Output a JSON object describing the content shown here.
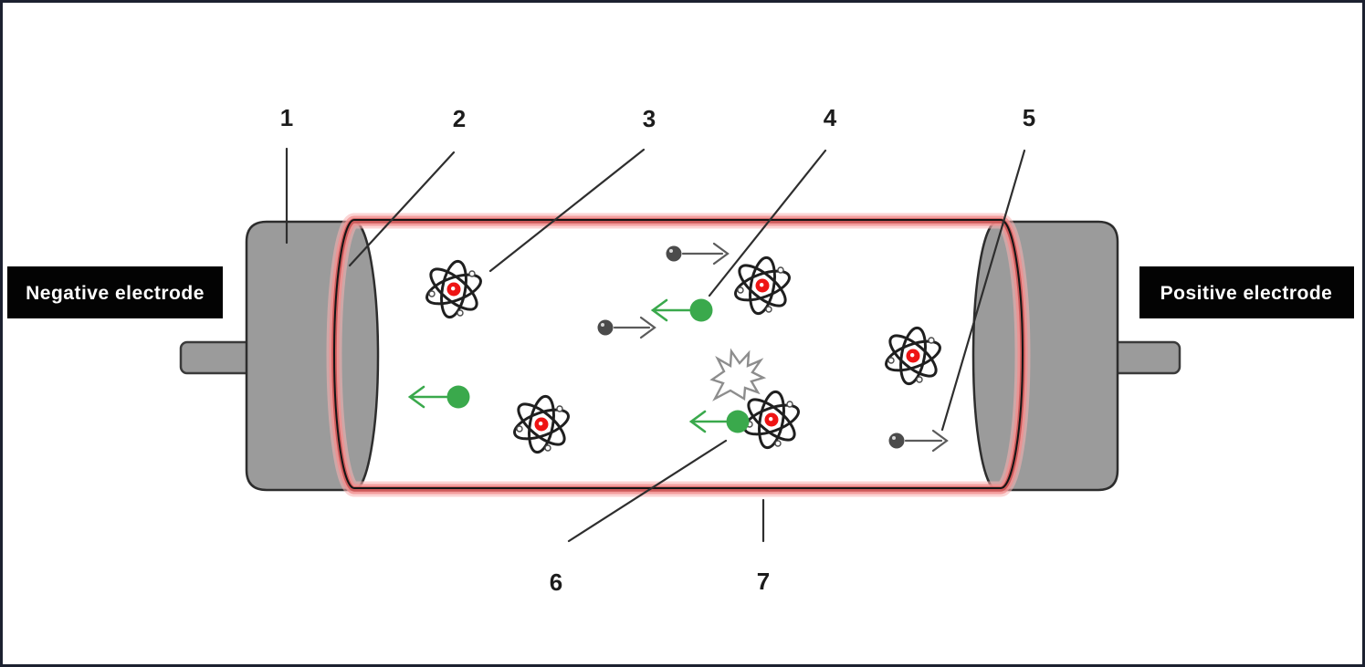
{
  "diagram": {
    "electrode_labels": {
      "negative": "Negative electrode",
      "positive": "Positive electrode"
    },
    "callouts": [
      {
        "label": "1"
      },
      {
        "label": "2"
      },
      {
        "label": "3"
      },
      {
        "label": "4"
      },
      {
        "label": "5"
      },
      {
        "label": "6"
      },
      {
        "label": "7"
      }
    ],
    "colors": {
      "border": "#1c2130",
      "background": "#ffffff",
      "cap_gray": "#9b9b9b",
      "cap_outline": "#2d2d2d",
      "glass_red": "#cd5a5a",
      "glass_glow": "#f19090",
      "glass_glow_outer": "#f7b0b0",
      "glass_outline": "#141414",
      "electron_green": "#3aa94c",
      "ion_gray": "#4b4b4b",
      "ion_highlight": "#d8d8d8",
      "arrow_gray": "#5b5b5b",
      "nucleus_red": "#ee1414",
      "orbit_black": "#1f1f1f",
      "label_bg": "#030303",
      "label_fg": "#ffffff",
      "leader_line": "#2e2e2e",
      "number_color": "#1c1c1c",
      "starburst_gray": "#8d8d8d"
    }
  }
}
